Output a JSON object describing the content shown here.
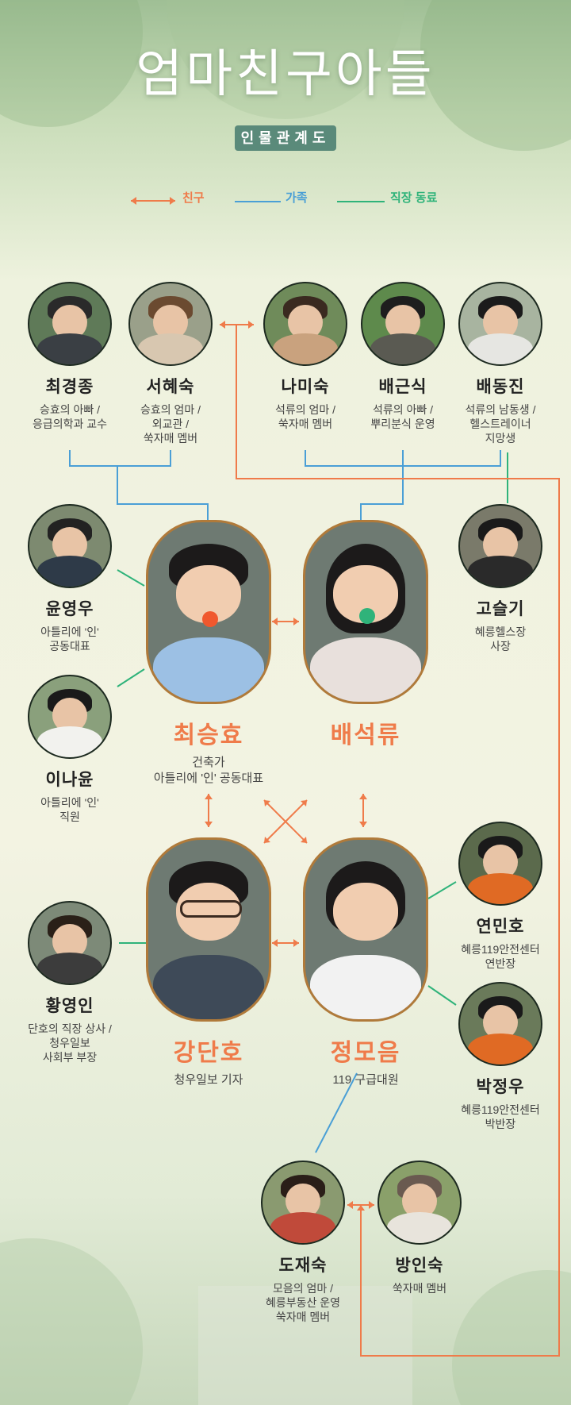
{
  "title": "엄마친구아들",
  "subtitle": "인물관계도",
  "legend": {
    "friend": "친구",
    "family": "가족",
    "coworker": "직장 동료"
  },
  "colors": {
    "friend": "#ef7b4a",
    "family": "#4a9fd6",
    "coworker": "#2fb37a",
    "main_name": "#ef7b4a"
  },
  "people": {
    "choi_gyeongjong": {
      "name": "최경종",
      "desc": [
        "승효의 아빠 /",
        "응급의학과 교수"
      ]
    },
    "seo_hyesuk": {
      "name": "서혜숙",
      "desc": [
        "승효의 엄마 /",
        "외교관 /",
        "쑥자매 멤버"
      ]
    },
    "na_misuk": {
      "name": "나미숙",
      "desc": [
        "석류의 엄마 /",
        "쑥자매 멤버"
      ]
    },
    "bae_geunsik": {
      "name": "배근식",
      "desc": [
        "석류의 아빠 /",
        "뿌리분식 운영"
      ]
    },
    "bae_dongjin": {
      "name": "배동진",
      "desc": [
        "석류의 남동생 /",
        "헬스트레이너",
        "지망생"
      ]
    },
    "yun_yeongwoo": {
      "name": "윤영우",
      "desc": [
        "아틀리에 '인'",
        "공동대표"
      ]
    },
    "lee_nayun": {
      "name": "이나윤",
      "desc": [
        "아틀리에 '인'",
        "직원"
      ]
    },
    "go_seulgi": {
      "name": "고슬기",
      "desc": [
        "혜릉헬스장",
        "사장"
      ]
    },
    "choi_seunghyo": {
      "name": "최승효",
      "desc": [
        "건축가",
        "아틀리에 '인' 공동대표"
      ]
    },
    "bae_seokryu": {
      "name": "배석류",
      "desc": []
    },
    "kang_danho": {
      "name": "강단호",
      "desc": [
        "청우일보 기자"
      ]
    },
    "jeong_moeum": {
      "name": "정모음",
      "desc": [
        "119 구급대원"
      ]
    },
    "hwang_yeongin": {
      "name": "황영인",
      "desc": [
        "단호의 직장 상사 /",
        "청우일보",
        "사회부 부장"
      ]
    },
    "yeon_minho": {
      "name": "연민호",
      "desc": [
        "혜릉119안전센터",
        "연반장"
      ]
    },
    "park_jeongwoo": {
      "name": "박정우",
      "desc": [
        "혜릉119안전센터",
        "박반장"
      ]
    },
    "do_jaesuk": {
      "name": "도재숙",
      "desc": [
        "모음의 엄마 /",
        "혜릉부동산 운영",
        "쑥자매 멤버"
      ]
    },
    "bang_insuk": {
      "name": "방인숙",
      "desc": [
        "쑥자매 멤버"
      ]
    }
  }
}
